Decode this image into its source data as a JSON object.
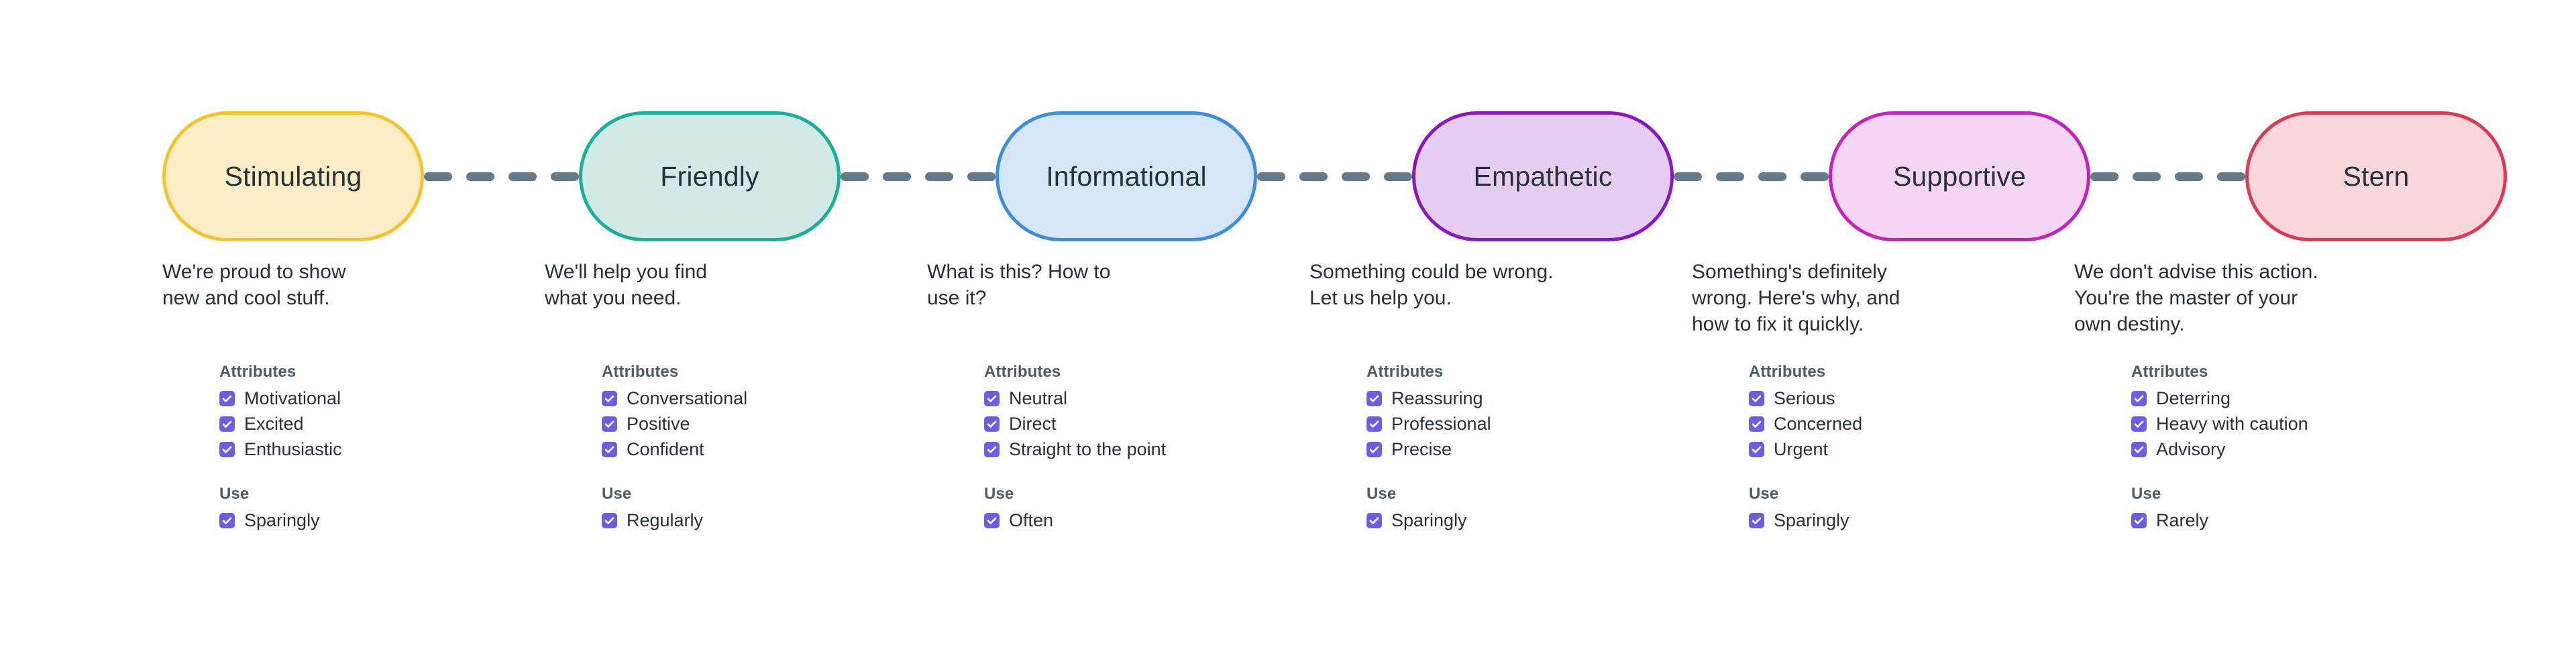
{
  "theme": {
    "background": "#ffffff",
    "text_dark": "#263238",
    "heading_gray": "#4d5b69",
    "connector_dash": "#64798a",
    "checkbox_fill": "#6c5ce8",
    "checkbox_check": "#ffffff"
  },
  "connector": {
    "dash_count": 4,
    "icon": "dashed-line-icon"
  },
  "labels": {
    "attributes_heading": "Attributes",
    "use_heading": "Use",
    "checkbox_icon": "checkbox-checked-icon"
  },
  "tones": [
    {
      "name": "Stimulating",
      "fill": "#fcedc6",
      "border": "#f6c328",
      "description": "We're proud to show\nnew and cool stuff.",
      "attributes": [
        "Motivational",
        "Excited",
        "Enthusiastic"
      ],
      "use": [
        "Sparingly"
      ]
    },
    {
      "name": "Friendly",
      "fill": "#d2eae6",
      "border": "#17b09a",
      "description": "We'll help you find\nwhat you need.",
      "attributes": [
        "Conversational",
        "Positive",
        "Confident"
      ],
      "use": [
        "Regularly"
      ]
    },
    {
      "name": "Informational",
      "fill": "#d5e6f8",
      "border": "#3a8edd",
      "description": "What is this? How to\nuse it?",
      "attributes": [
        "Neutral",
        "Direct",
        "Straight to the point"
      ],
      "use": [
        "Often"
      ]
    },
    {
      "name": "Empathetic",
      "fill": "#e5ccf2",
      "border": "#8a16c1",
      "description": "Something could be wrong.\nLet us help you.",
      "attributes": [
        "Reassuring",
        "Professional",
        "Precise"
      ],
      "use": [
        "Sparingly"
      ]
    },
    {
      "name": "Supportive",
      "fill": "#f4d5f5",
      "border": "#c521c0",
      "description": "Something's definitely\nwrong. Here's why, and\nhow to fix it quickly.",
      "attributes": [
        "Serious",
        "Concerned",
        "Urgent"
      ],
      "use": [
        "Sparingly"
      ]
    },
    {
      "name": "Stern",
      "fill": "#f9d6dc",
      "border": "#d93a55",
      "description": "We don't advise this action.\nYou're the master of your\nown destiny.",
      "attributes": [
        "Deterring",
        "Heavy with caution",
        "Advisory"
      ],
      "use": [
        "Rarely"
      ]
    }
  ]
}
